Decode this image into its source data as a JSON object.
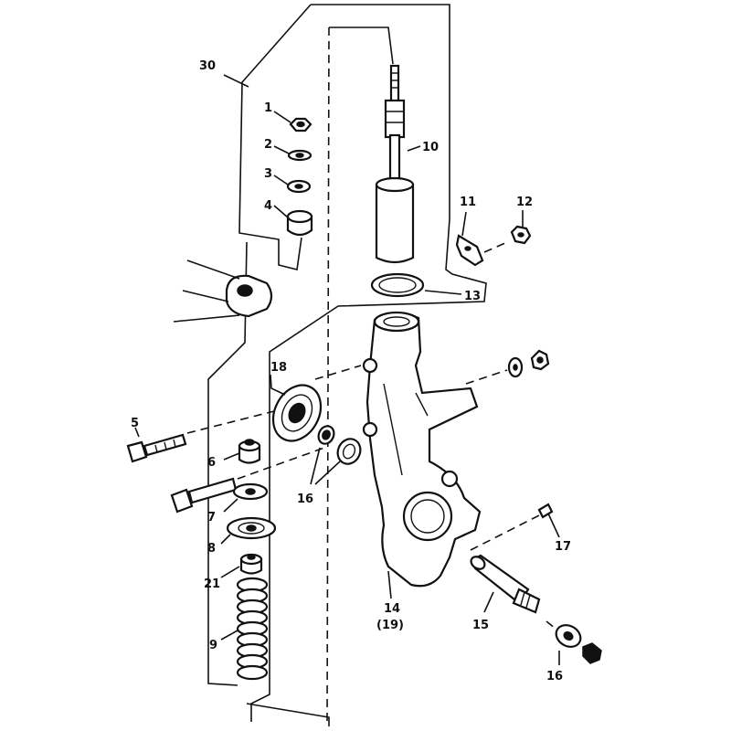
{
  "labels": {
    "l30": "30",
    "l1": "1",
    "l2": "2",
    "l3": "3",
    "l4": "4",
    "l10": "10",
    "l11": "11",
    "l12": "12",
    "l13": "13",
    "l18": "18",
    "l5": "5",
    "l6": "6",
    "l7": "7",
    "l8": "8",
    "l21": "21",
    "l9": "9",
    "l16a": "16",
    "l14": "14",
    "l19": "(19)",
    "l15": "15",
    "l17": "17",
    "l16b": "16"
  }
}
